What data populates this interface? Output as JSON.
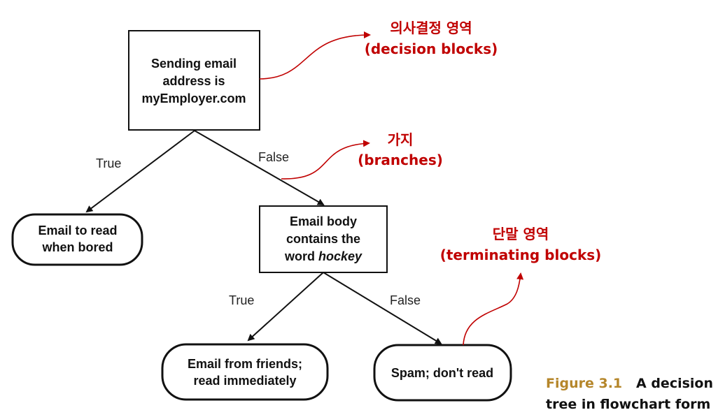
{
  "nodes": {
    "root": {
      "lines": [
        "Sending email",
        "address is",
        "myEmployer.com"
      ]
    },
    "hockey": {
      "lines": [
        "Email body",
        "contains the"
      ],
      "last_prefix": "word ",
      "last_italic": "hockey"
    },
    "bored": {
      "lines": [
        "Email to read",
        "when bored"
      ]
    },
    "friends": {
      "lines": [
        "Email from friends;",
        "read immediately"
      ]
    },
    "spam": {
      "lines": [
        "Spam; don't read"
      ]
    }
  },
  "edges": {
    "root_true": "True",
    "root_false": "False",
    "hockey_true": "True",
    "hockey_false": "False"
  },
  "annotations": {
    "decision": {
      "korean": "의사결정 영역",
      "english": "(decision blocks)"
    },
    "branches": {
      "korean": "가지",
      "english": "(branches)"
    },
    "terminating": {
      "korean": "단말 영역",
      "english": "(terminating blocks)"
    }
  },
  "caption": {
    "figure_number": "Figure 3.1",
    "text_line1": "A decision",
    "text_line2": "tree in flowchart form"
  },
  "colors": {
    "annotation": "#c00000",
    "figure_number": "#b5862a",
    "lines": "#111111"
  }
}
